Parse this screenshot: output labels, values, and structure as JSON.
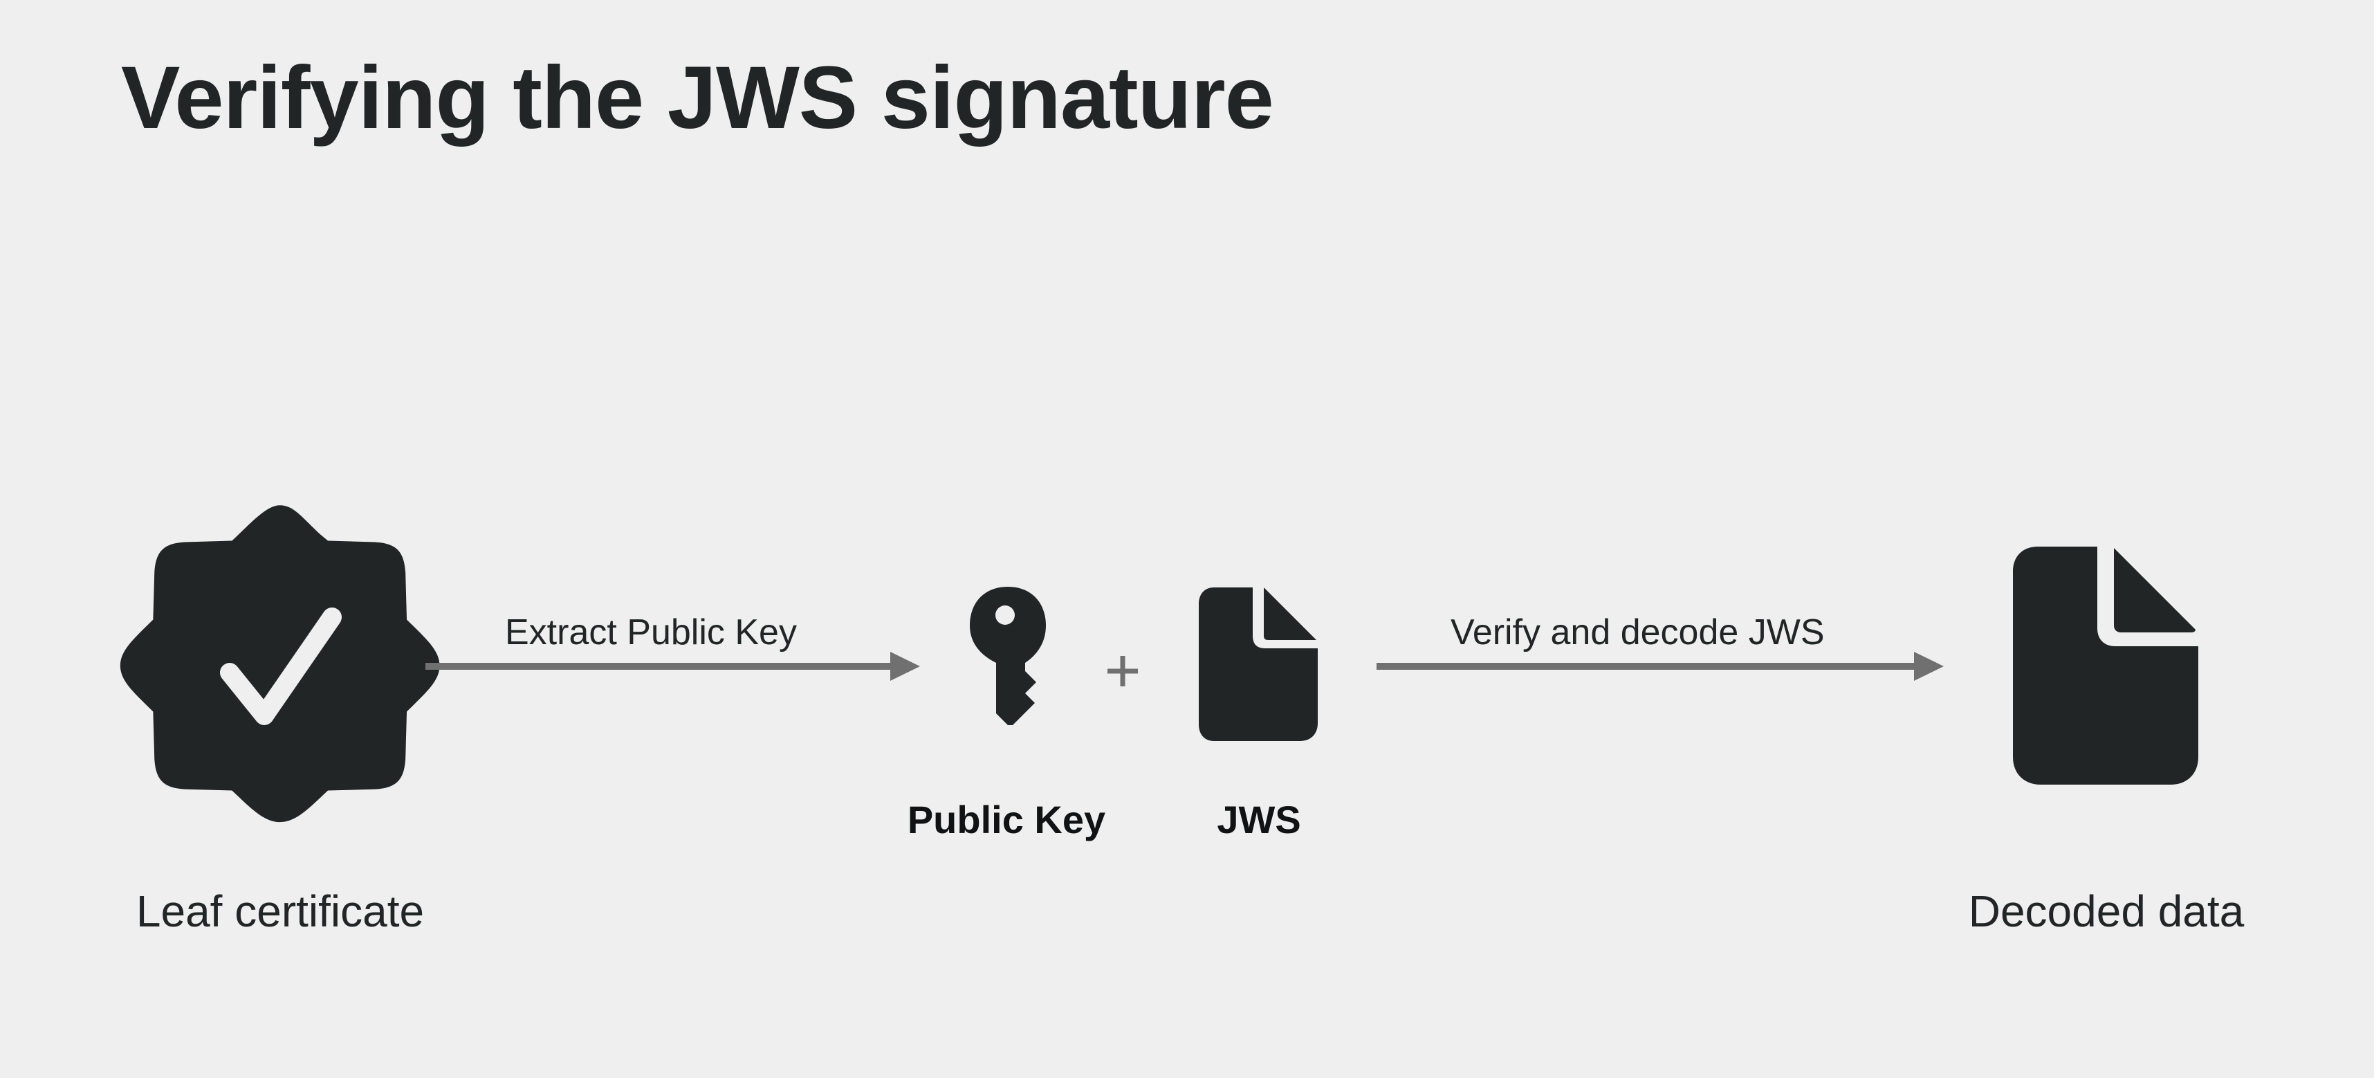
{
  "title": "Verifying the JWS signature",
  "nodes": {
    "leaf": {
      "label": "Leaf certificate",
      "icon": "checkmark-seal-icon"
    },
    "public_key": {
      "label": "Public Key",
      "icon": "key-icon"
    },
    "jws": {
      "label": "JWS",
      "icon": "document-icon"
    },
    "decoded": {
      "label": "Decoded data",
      "icon": "document-icon"
    }
  },
  "arrows": {
    "extract": {
      "label": "Extract Public Key"
    },
    "verify": {
      "label": "Verify and decode JWS"
    }
  },
  "operator": "+",
  "colors": {
    "background": "#eeefee",
    "icon": "#222526",
    "arrow": "#707070",
    "text": "#222526"
  }
}
